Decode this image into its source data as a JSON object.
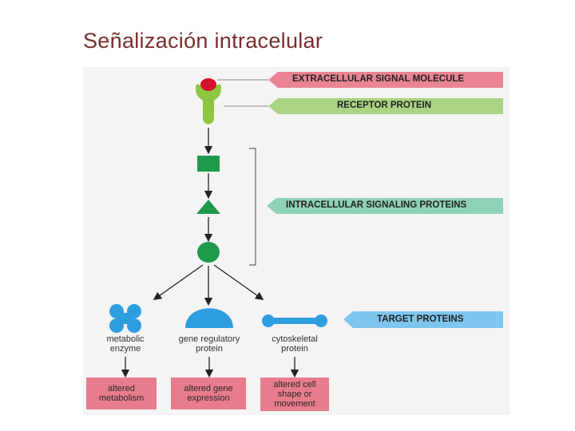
{
  "title": "Señalización intracelular",
  "labels": {
    "signal_molecule": "EXTRACELLULAR SIGNAL MOLECULE",
    "receptor": "RECEPTOR PROTEIN",
    "intracellular": "INTRACELLULAR SIGNALING PROTEINS",
    "target": "TARGET PROTEINS"
  },
  "targets": {
    "metabolic": "metabolic\nenzyme",
    "gene": "gene regulatory\nprotein",
    "cytoskeletal": "cytoskeletal\nprotein"
  },
  "outcomes": {
    "metabolism": "altered\nmetabolism",
    "gene_expression": "altered gene\nexpression",
    "cell_shape": "altered cell\nshape or\nmovement"
  },
  "colors": {
    "pink": "#ea8493",
    "green_label": "#a9d483",
    "teal_label": "#8fd1b5",
    "blue_label": "#7fc6ef",
    "receptor_green": "#8dc641",
    "signal_red": "#d4102a",
    "protein_green": "#1f9a4a",
    "target_blue": "#2f9ee0"
  }
}
